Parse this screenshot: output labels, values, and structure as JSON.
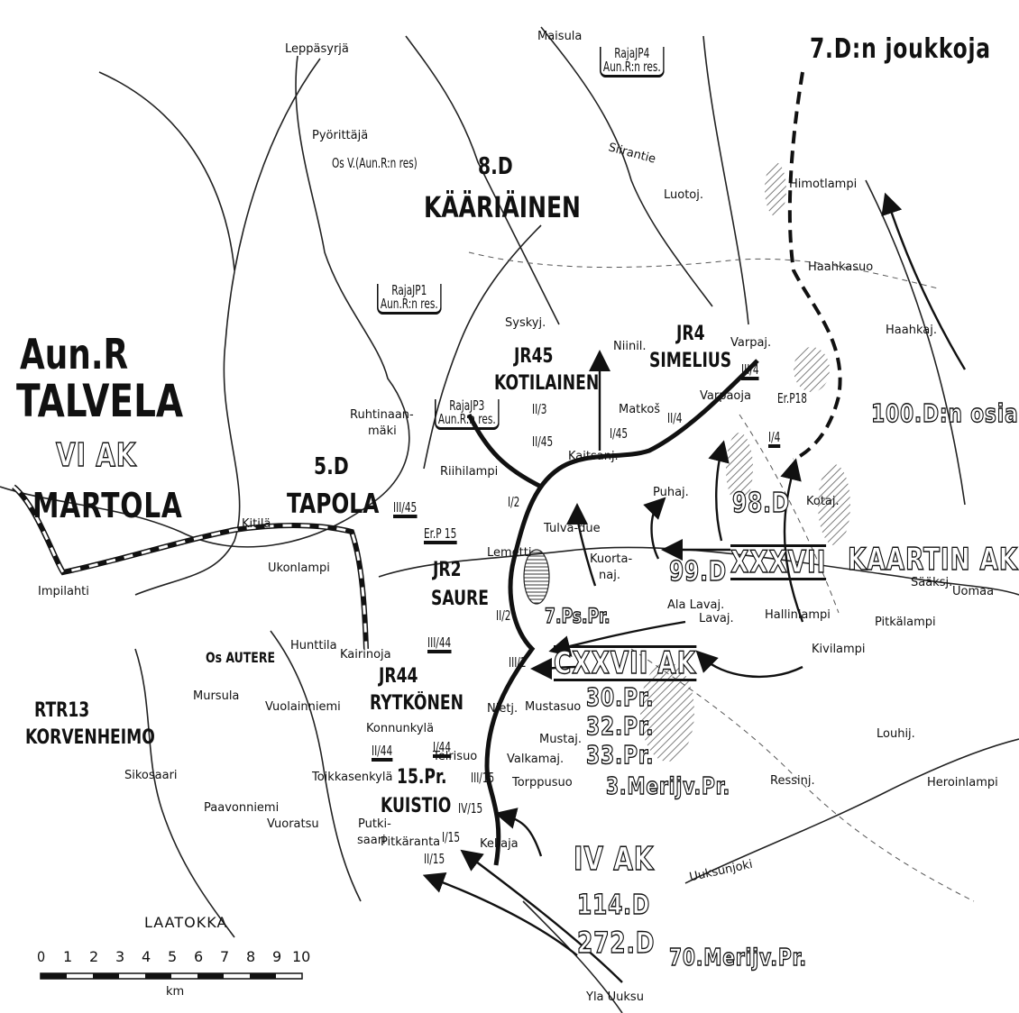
{
  "title": "7.D:n joukkoja",
  "commands": {
    "army": "Aun.R",
    "army_cdr": "TALVELA",
    "corps": "VI AK",
    "corps_cdr": "MARTOLA",
    "div8": "8.D",
    "div8_cdr": "KÄÄRIÄINEN",
    "div5": "5.D",
    "div5_cdr": "TAPOLA",
    "jr45": "JR45",
    "jr45_cdr": "KOTILAINEN",
    "jr4": "JR4",
    "jr4_cdr": "SIMELIUS",
    "jr2": "JR2",
    "jr2_cdr": "SAURE",
    "jr44": "JR44",
    "jr44_cdr": "RYTKÖNEN",
    "pr15": "15.Pr.",
    "pr15_cdr": "KUISTIO",
    "rtr13": "RTR13",
    "rtr13_cdr": "KORVENHEIMO",
    "os_autere": "Os AUTERE"
  },
  "soviet": {
    "d100": "100.D:n osia",
    "d98": "98.D",
    "d99": "99.D",
    "k37": "XXXVII",
    "kaartin": "KAARTIN AK",
    "k127": "CXXVII AK",
    "p30": "30.Pr.",
    "p32": "32.Pr.",
    "p33": "33.Pr.",
    "mjp3": "3.Merijv.Pr.",
    "ak4": "IV AK",
    "d114": "114.D",
    "d272": "272.D",
    "mjp70": "70.Merijv.Pr.",
    "ps7": "7.Ps.Pr."
  },
  "units": {
    "rajajp4_a": "RajaJP4",
    "rajajp4_b": "Aun.R:n res.",
    "rajajp1_a": "RajaJP1",
    "rajajp1_b": "Aun.R:n res.",
    "rajajp3_a": "RajaJP3",
    "rajajp3_b": "Aun.R:n res.",
    "osv": "Os V.(Aun.R:n res)",
    "erp18": "Er.P18",
    "erp15": "Er.P 15",
    "b3_4": "III/4",
    "b2_4": "II/4",
    "b1_4": "I/4",
    "b2_3": "II/3",
    "b2_45": "II/45",
    "b1_45": "I/45",
    "b3_45": "III/45",
    "b1_2": "I/2",
    "b2_2": "II/2",
    "b3_2": "III/2",
    "b3_44": "III/44",
    "b1_44": "I/44",
    "b2_44": "II/44",
    "b3_15": "III/15",
    "b4_15": "IV/15",
    "b1_15": "I/15",
    "b2_15": "II/15"
  },
  "places": {
    "leppasyrja": "Leppäsyrjä",
    "maisula": "Maisula",
    "pyorittaja": "Pyörittäjä",
    "siirantie": "Siirantie",
    "luotoj": "Luotoj.",
    "himotlampi": "Himotlampi",
    "haahkasuo": "Haahkasuo",
    "haahkaj": "Haahkaj.",
    "syskyj": "Syskyj.",
    "niinil": "Niinil.",
    "varpaj": "Varpaj.",
    "varpaoja": "Varpaoja",
    "matkos": "Matkoš",
    "ruhtinaanmaki_a": "Ruhtinaan-",
    "ruhtinaanmaki_b": "mäki",
    "riihilampi": "Riihilampi",
    "kaitsanj": "Kaitsanj.",
    "puhaj": "Puhaj.",
    "kotaj": "Kotaj.",
    "tulvadue": "Tulva-due",
    "lemetti": "Lemetti",
    "kuortanaj_a": "Kuorta-",
    "kuortanaj_b": "naj.",
    "alalavaj": "Ala Lavaj.",
    "lavaj": "Lavaj.",
    "saaksj": "Sääksj.",
    "uomaa": "Uomaa",
    "hallinlampi": "Hallinlampi",
    "pitkalampi": "Pitkälampi",
    "kivilampi": "Kivilampi",
    "kitila": "Kitilä",
    "ukonlampi": "Ukonlampi",
    "impilahti": "Impilahti",
    "hunttila": "Hunttila",
    "kairinoja": "Kairinoja",
    "mursula": "Mursula",
    "vuolainniemi": "Vuolainniemi",
    "konnunkyla": "Konnunkylä",
    "nietj": "Nietj.",
    "mustasuo": "Mustasuo",
    "mustaj": "Mustaj.",
    "telrisuo": "Telrisuo",
    "valkamaj": "Valkamaj.",
    "torppusuo": "Torppusuo",
    "toikkasenkyla": "Toikkasenkylä",
    "sikosaari": "Sikosaari",
    "paavonniemi": "Paavonniemi",
    "vuoratsu": "Vuoratsu",
    "putkisaari_a": "Putki-",
    "putkisaari_b": "saari",
    "pitkaranta": "Pitkäranta",
    "keliaja": "Keliaja",
    "louhij": "Louhij.",
    "ressinj": "Ressinj.",
    "heroinlampi": "Heroinlampi",
    "uuksunjoki": "Uuksunjoki",
    "laatokka": "LAATOKKA",
    "ylauuksu": "Yla Uuksu"
  },
  "scale": {
    "ticks": [
      "0",
      "1",
      "2",
      "3",
      "4",
      "5",
      "6",
      "7",
      "8",
      "9",
      "10"
    ],
    "unit": "km"
  }
}
